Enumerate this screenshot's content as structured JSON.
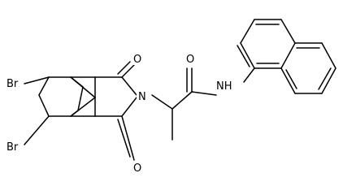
{
  "atoms": {
    "br_top": "Br",
    "br_bottom": "Br",
    "o_top": "O",
    "o_bottom": "O",
    "o_amide": "O",
    "n_imide": "N",
    "nh_amide": "NH"
  }
}
